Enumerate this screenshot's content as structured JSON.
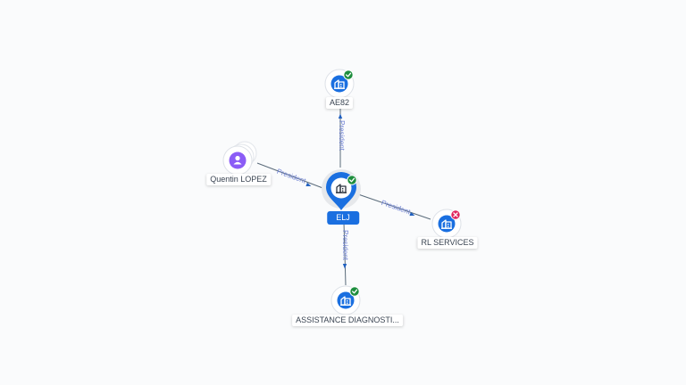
{
  "colors": {
    "company": "#1a6fe0",
    "person": "#8b5cf6",
    "active": "#1e8e3e",
    "inactive": "#e0245e",
    "edge_label": "#6f82d4"
  },
  "center": {
    "label": "ELJ",
    "icon": "company-building-icon",
    "status": "active"
  },
  "nodes": [
    {
      "id": "ae82",
      "label": "AE82",
      "type": "company",
      "status": "active",
      "icon": "company-building-icon"
    },
    {
      "id": "quentin",
      "label": "Quentin LOPEZ",
      "type": "person",
      "status": "none",
      "icon": "person-icon"
    },
    {
      "id": "rl",
      "label": "RL SERVICES",
      "type": "company",
      "status": "inactive",
      "icon": "company-building-icon"
    },
    {
      "id": "assist",
      "label": "ASSISTANCE DIAGNOSTI...",
      "type": "company",
      "status": "active",
      "icon": "company-building-icon"
    }
  ],
  "edges": [
    {
      "from": "ae82",
      "to": "center",
      "label": "President"
    },
    {
      "from": "quentin",
      "to": "center",
      "label": "President"
    },
    {
      "from": "center",
      "to": "rl",
      "label": "President"
    },
    {
      "from": "center",
      "to": "assist",
      "label": "President"
    }
  ]
}
